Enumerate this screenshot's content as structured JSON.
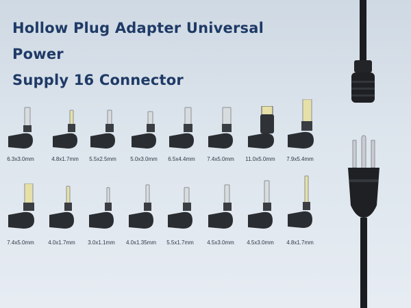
{
  "title": {
    "line1": "Hollow Plug Adapter Universal Power",
    "line2": "Supply 16 Connector"
  },
  "connectors": {
    "row1": [
      {
        "size": "6.3x3.0mm"
      },
      {
        "size": "4.8x1.7mm"
      },
      {
        "size": "5.5x2.5mm"
      },
      {
        "size": "5.0x3.0mm"
      },
      {
        "size": "6.5x4.4mm"
      },
      {
        "size": "7.4x5.0mm"
      },
      {
        "size": "11.0x5.0mm"
      },
      {
        "size": "7.9x5.4mm"
      }
    ],
    "row2": [
      {
        "size": "7.4x5.0mm"
      },
      {
        "size": "4.0x1.7mm"
      },
      {
        "size": "3.0x1.1mm"
      },
      {
        "size": "4.0x1.35mm"
      },
      {
        "size": "5.5x1.7mm"
      },
      {
        "size": "4.5x3.0mm"
      },
      {
        "size": "4.5x3.0mm"
      },
      {
        "size": "4.8x1.7mm"
      }
    ]
  },
  "colors": {
    "title": "#1f3a66",
    "plug_body": "#2a2d31",
    "plug_tip": "#cfd2d6",
    "background": "#dde5ed"
  }
}
